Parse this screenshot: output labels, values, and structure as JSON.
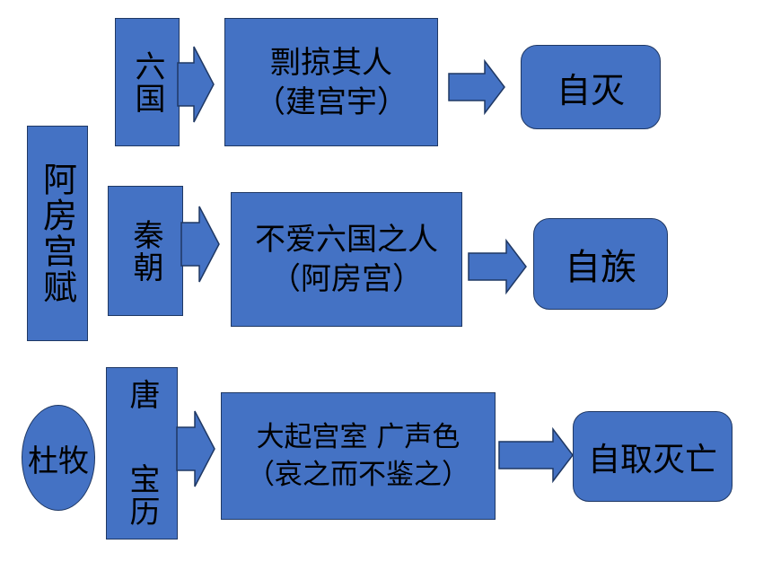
{
  "title_box": "阿房宫赋",
  "rows": [
    {
      "label": "六国",
      "middle_line1": "剽掠其人",
      "middle_line2": "（建宫宇）",
      "result": "自灭"
    },
    {
      "label": "秦朝",
      "middle_line1": "不爱六国之人",
      "middle_line2": "（阿房宫）",
      "result": "自族"
    },
    {
      "label_line1": "唐",
      "label_line2": "宝历",
      "middle_line1": "大起宫室 广声色",
      "middle_line2": "（哀之而不鉴之）",
      "result": "自取灭亡"
    }
  ],
  "author": "杜牧",
  "colors": {
    "fill": "#4472c4",
    "border": "#1f3864",
    "background": "#ffffff"
  }
}
